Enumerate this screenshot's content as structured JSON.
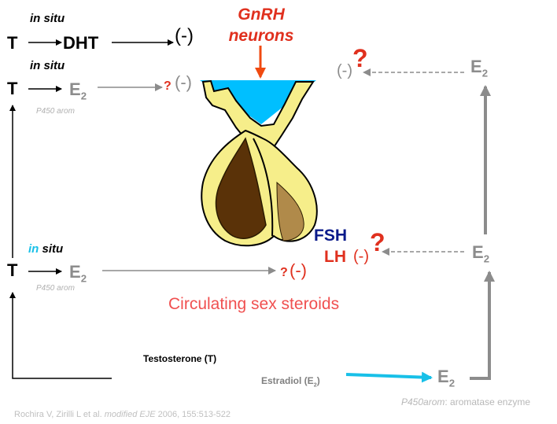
{
  "row1": {
    "insitu": "in situ",
    "t": "T",
    "dht": "DHT",
    "neg": "(-)"
  },
  "row2": {
    "insitu": "in situ",
    "t": "T",
    "e": "E",
    "e_sub": "2",
    "arom": "P450 arom",
    "q": "?",
    "neg": "(-)"
  },
  "row3": {
    "insitu_in": "in",
    "insitu_situ": "situ",
    "t": "T",
    "e": "E",
    "e_sub": "2",
    "arom": "P450 arom",
    "q": "?",
    "neg": "(-)"
  },
  "gnrh": {
    "line1": "GnRH",
    "line2": "neurons"
  },
  "right_top": {
    "neg": "(-)",
    "q": "?",
    "e": "E",
    "e_sub": "2"
  },
  "right_mid": {
    "fsh": "FSH",
    "lh": "LH",
    "neg": "(-)",
    "q": "?",
    "e": "E",
    "e_sub": "2"
  },
  "circulating": "Circulating sex steroids",
  "testosterone": "Testosterone (T)",
  "estradiol": {
    "label": "Estradiol (E",
    "sub": "2",
    "close": ")"
  },
  "bottom_e": {
    "e": "E",
    "e_sub": "2"
  },
  "footer": {
    "arom_name": "P450arom",
    "arom_desc": ": aromatase enzyme"
  },
  "citation": {
    "authors": "Rochira V, Zirilli L et al. ",
    "mod": "modified EJE",
    "rest": "  2006, 155:513-522"
  },
  "colors": {
    "red": "#e0301e",
    "navy": "#0a1a8a",
    "cyan": "#18c0e8",
    "gray": "#8c8c8c",
    "blue_fill": "#00bfff",
    "yellow": "#f6ee8a"
  }
}
